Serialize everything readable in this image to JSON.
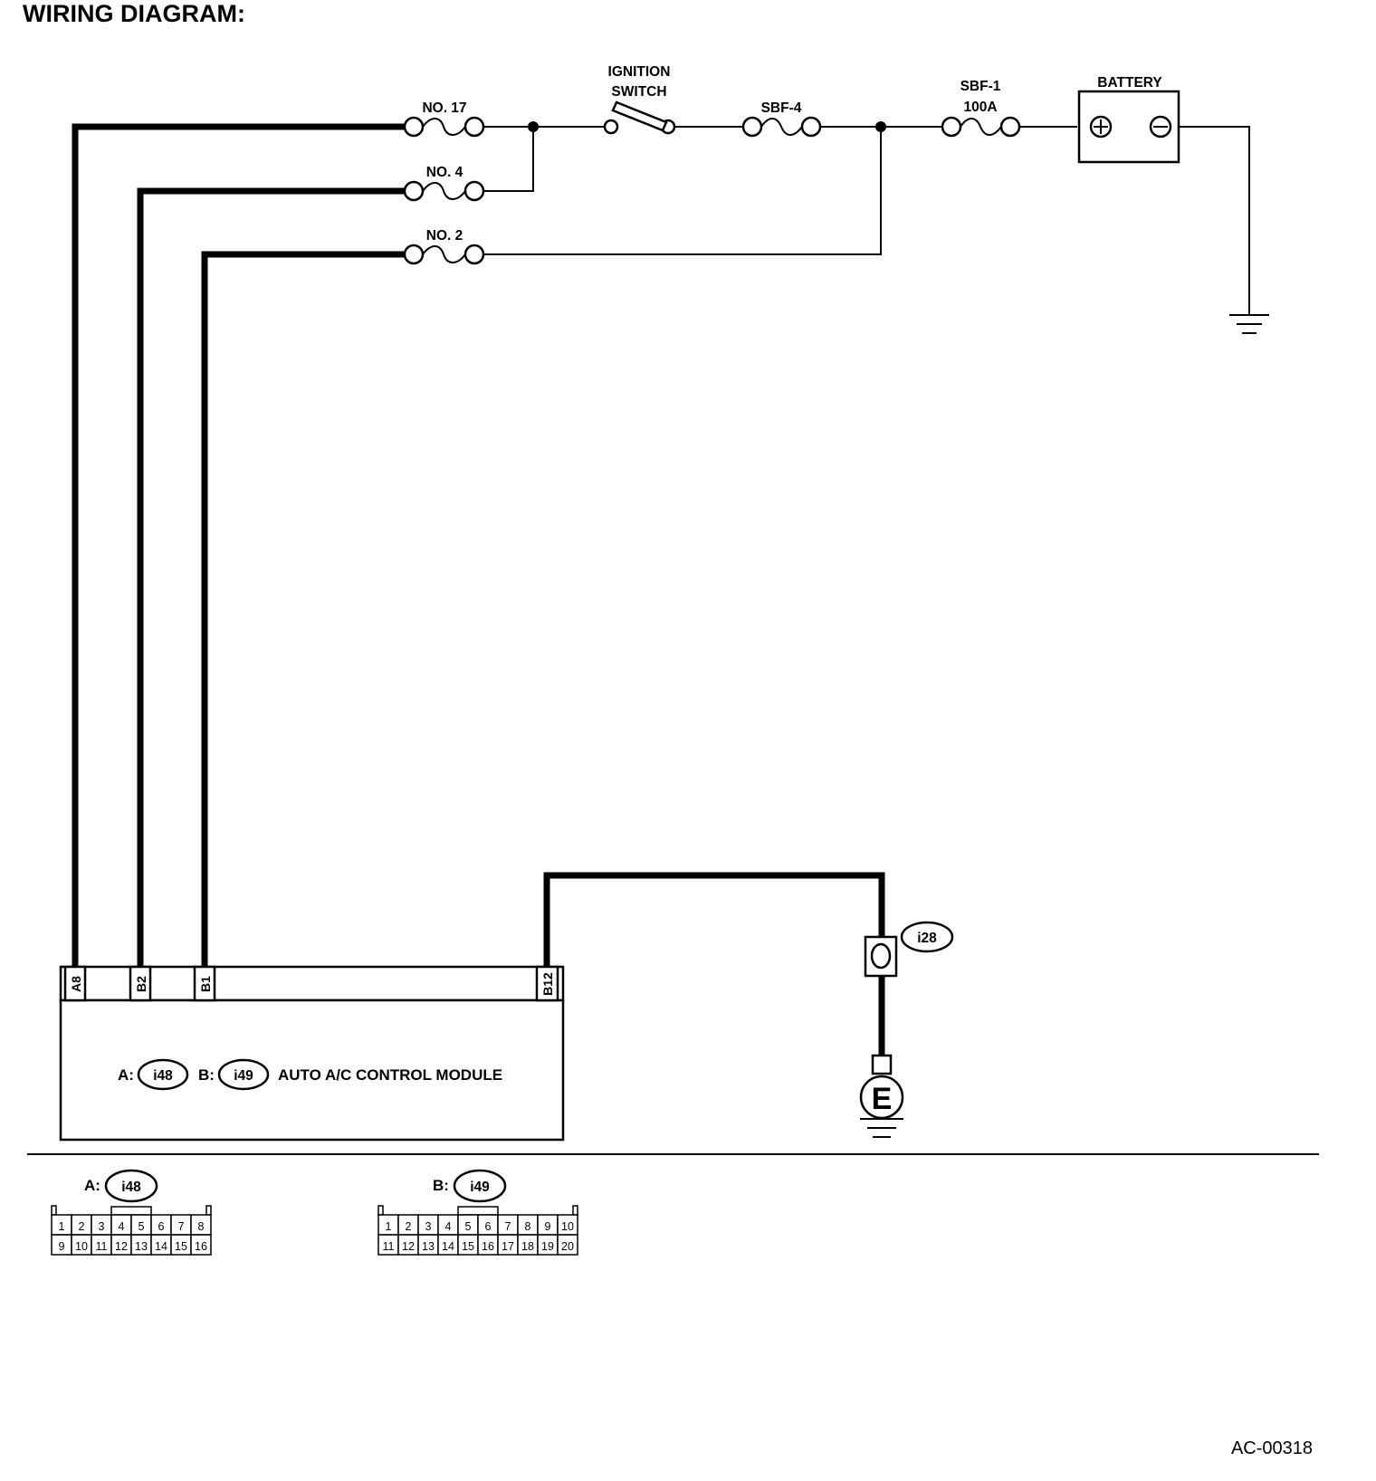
{
  "title": "WIRING DIAGRAM:",
  "fuses": {
    "no17": "NO. 17",
    "no4": "NO. 4",
    "no2": "NO. 2",
    "sbf4": "SBF-4",
    "sbf1": "SBF-1",
    "sbf1_rating": "100A"
  },
  "ignition_switch": [
    "IGNITION",
    "SWITCH"
  ],
  "battery": "BATTERY",
  "module": {
    "pins": [
      "A8",
      "B2",
      "B1",
      "B12"
    ],
    "prefix_a": "A:",
    "connector_a": "i48",
    "prefix_b": "B:",
    "connector_b": "i49",
    "name": "AUTO A/C CONTROL MODULE"
  },
  "ground_connector": "i28",
  "ground_point": "E",
  "connector_views": [
    {
      "prefix": "A:",
      "id": "i48",
      "row1": [
        "1",
        "2",
        "3",
        "4",
        "5",
        "6",
        "7",
        "8"
      ],
      "row2": [
        "9",
        "10",
        "11",
        "12",
        "13",
        "14",
        "15",
        "16"
      ]
    },
    {
      "prefix": "B:",
      "id": "i49",
      "row1": [
        "1",
        "2",
        "3",
        "4",
        "5",
        "6",
        "7",
        "8",
        "9",
        "10"
      ],
      "row2": [
        "11",
        "12",
        "13",
        "14",
        "15",
        "16",
        "17",
        "18",
        "19",
        "20"
      ]
    }
  ],
  "doc_id": "AC-00318"
}
